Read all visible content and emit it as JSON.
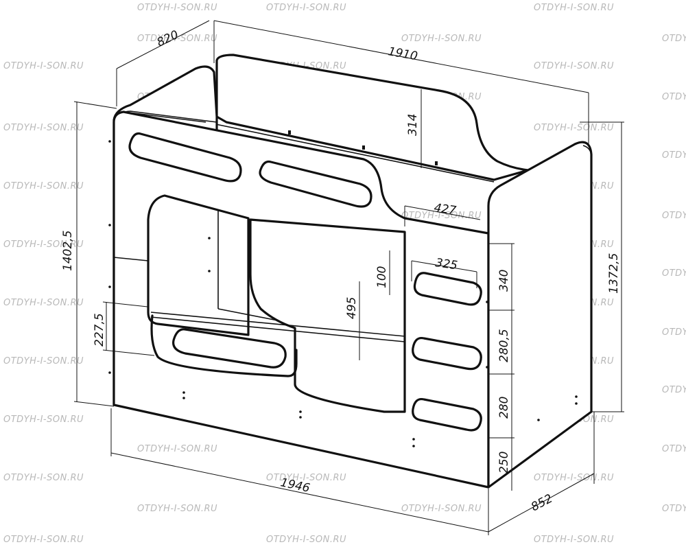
{
  "watermark": {
    "text": "OTDYH-I-SON.RU",
    "color": "#b8b8b8"
  },
  "dimensions": [
    {
      "id": "depth-top",
      "value": "820"
    },
    {
      "id": "length-top",
      "value": "1910"
    },
    {
      "id": "headboard-rise",
      "value": "314"
    },
    {
      "id": "total-height-left",
      "value": "1402,5"
    },
    {
      "id": "total-height-right",
      "value": "1372,5"
    },
    {
      "id": "ladder-width",
      "value": "427"
    },
    {
      "id": "step-width",
      "value": "325"
    },
    {
      "id": "arch-offset",
      "value": "100"
    },
    {
      "id": "step-gap-top",
      "value": "340"
    },
    {
      "id": "lower-bed-clearance",
      "value": "495"
    },
    {
      "id": "bottom-rail-height",
      "value": "227,5"
    },
    {
      "id": "step-gap-mid",
      "value": "280,5"
    },
    {
      "id": "step-gap-low",
      "value": "280"
    },
    {
      "id": "step-base",
      "value": "250"
    },
    {
      "id": "length-bottom",
      "value": "1946"
    },
    {
      "id": "depth-bottom",
      "value": "852"
    }
  ]
}
